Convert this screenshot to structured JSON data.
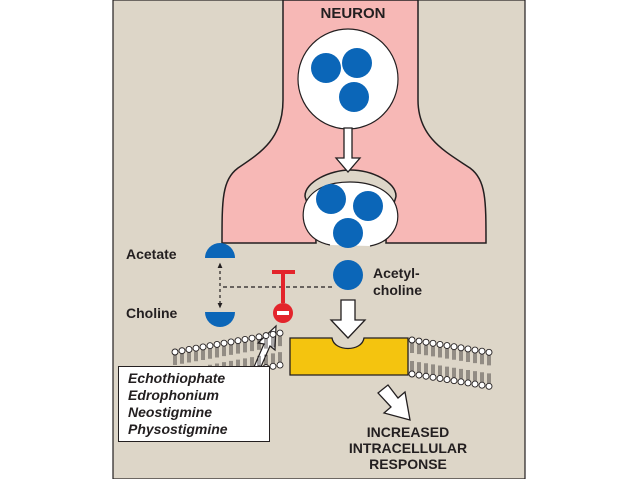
{
  "labels": {
    "neuron": "NEURON",
    "acetate": "Acetate",
    "choline": "Choline",
    "acetylcholine_line1": "Acetyl-",
    "acetylcholine_line2": "choline",
    "response_line1": "INCREASED",
    "response_line2": "INTRACELLULAR",
    "response_line3": "RESPONSE"
  },
  "drugs": [
    "Echothiophate",
    "Edrophonium",
    "Neostigmine",
    "Physostigmine"
  ],
  "colors": {
    "background_panel": "#ddd6c8",
    "neuron_fill": "#f7b8b6",
    "vesicle_fill": "#ffffff",
    "acetylcholine_blue": "#0b66b8",
    "receptor_yellow": "#f4c40f",
    "inhibitor_red": "#e3242b",
    "outline": "#231f20"
  },
  "icons": {
    "inhibition": "minus-circle-icon",
    "blocked_enzyme": "t-bar-inhibition-icon"
  }
}
